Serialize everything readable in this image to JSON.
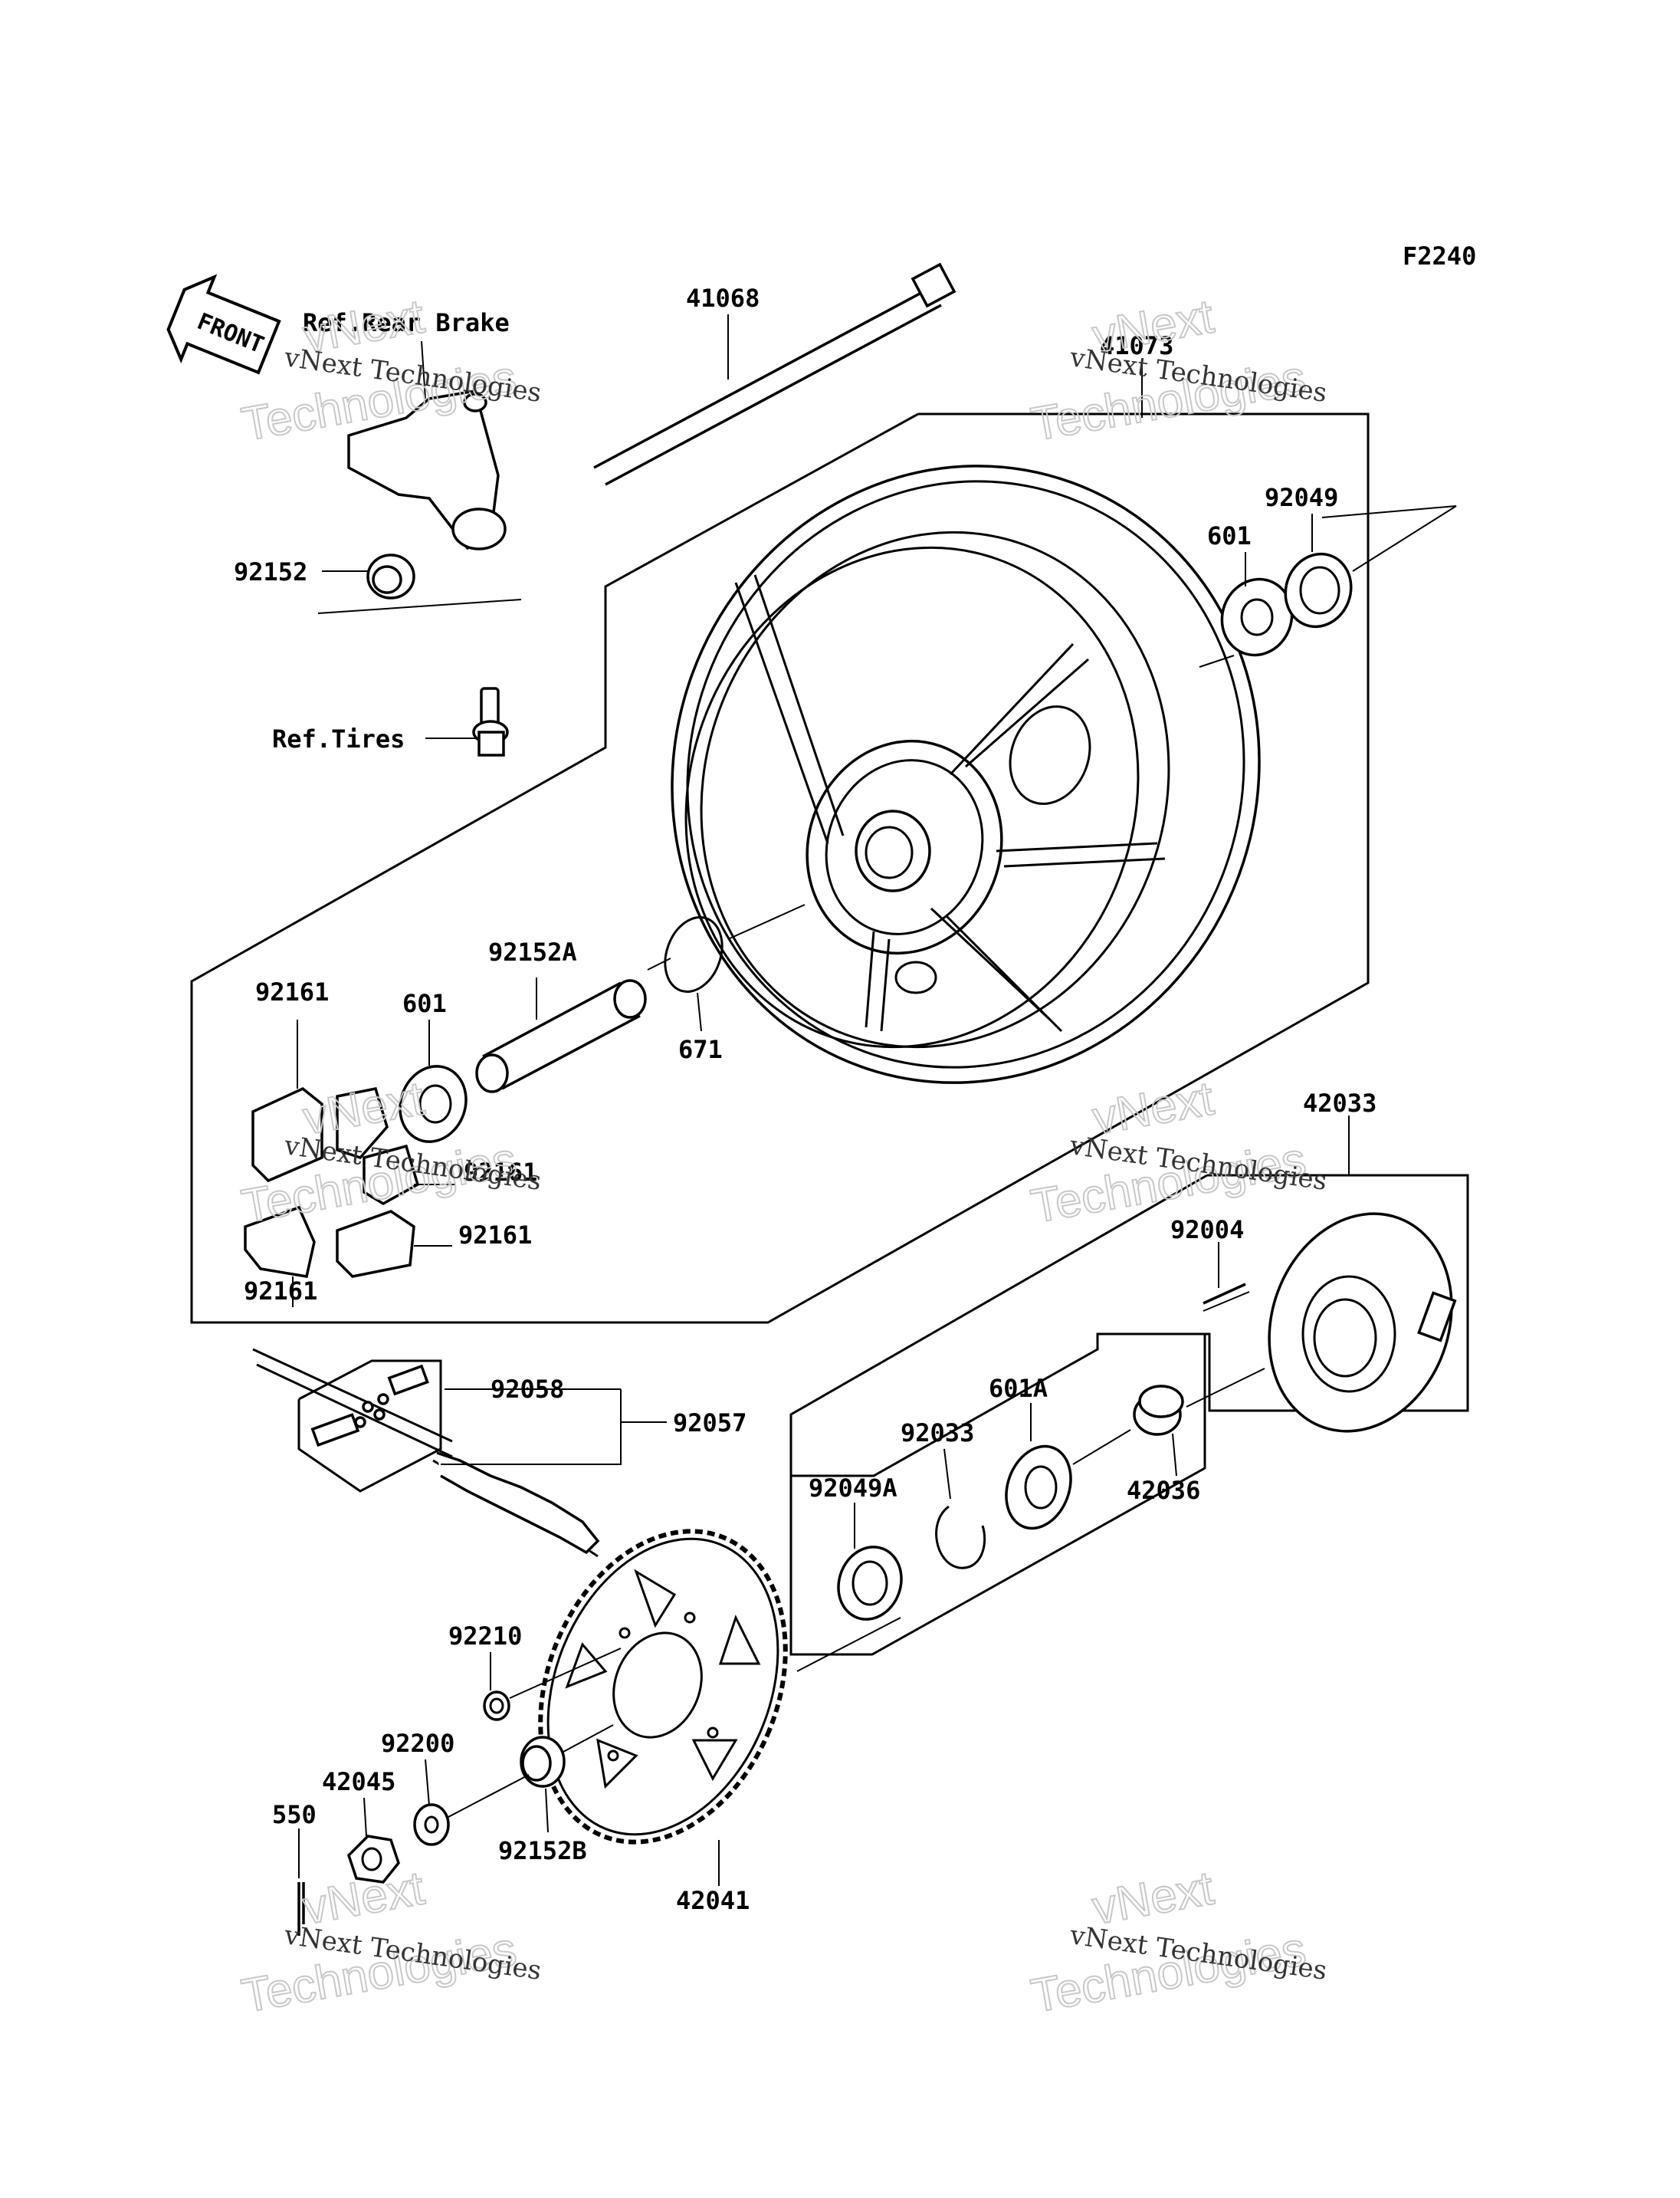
{
  "figure_code": "F2240",
  "front_arrow": "FRONT",
  "references": {
    "rear_brake": "Ref.Rear Brake",
    "tires": "Ref.Tires"
  },
  "parts": {
    "p41068": "41068",
    "p41073": "41073",
    "p92049": "92049",
    "p601_top": "601",
    "p92152": "92152",
    "p92152A": "92152A",
    "p671": "671",
    "p92161_a": "92161",
    "p601_mid": "601",
    "p92161_b": "92161",
    "p92161_c": "92161",
    "p92161_d": "92161",
    "p42033": "42033",
    "p92004": "92004",
    "p92058": "92058",
    "p92057": "92057",
    "p601A": "601A",
    "p92033": "92033",
    "p92049A": "92049A",
    "p42036": "42036",
    "p92210": "92210",
    "p92200": "92200",
    "p42045": "42045",
    "p550": "550",
    "p92152B": "92152B",
    "p42041": "42041"
  },
  "watermark": {
    "line1": "vNext Technologies",
    "line2": "vNext",
    "line3": "Technologies"
  }
}
